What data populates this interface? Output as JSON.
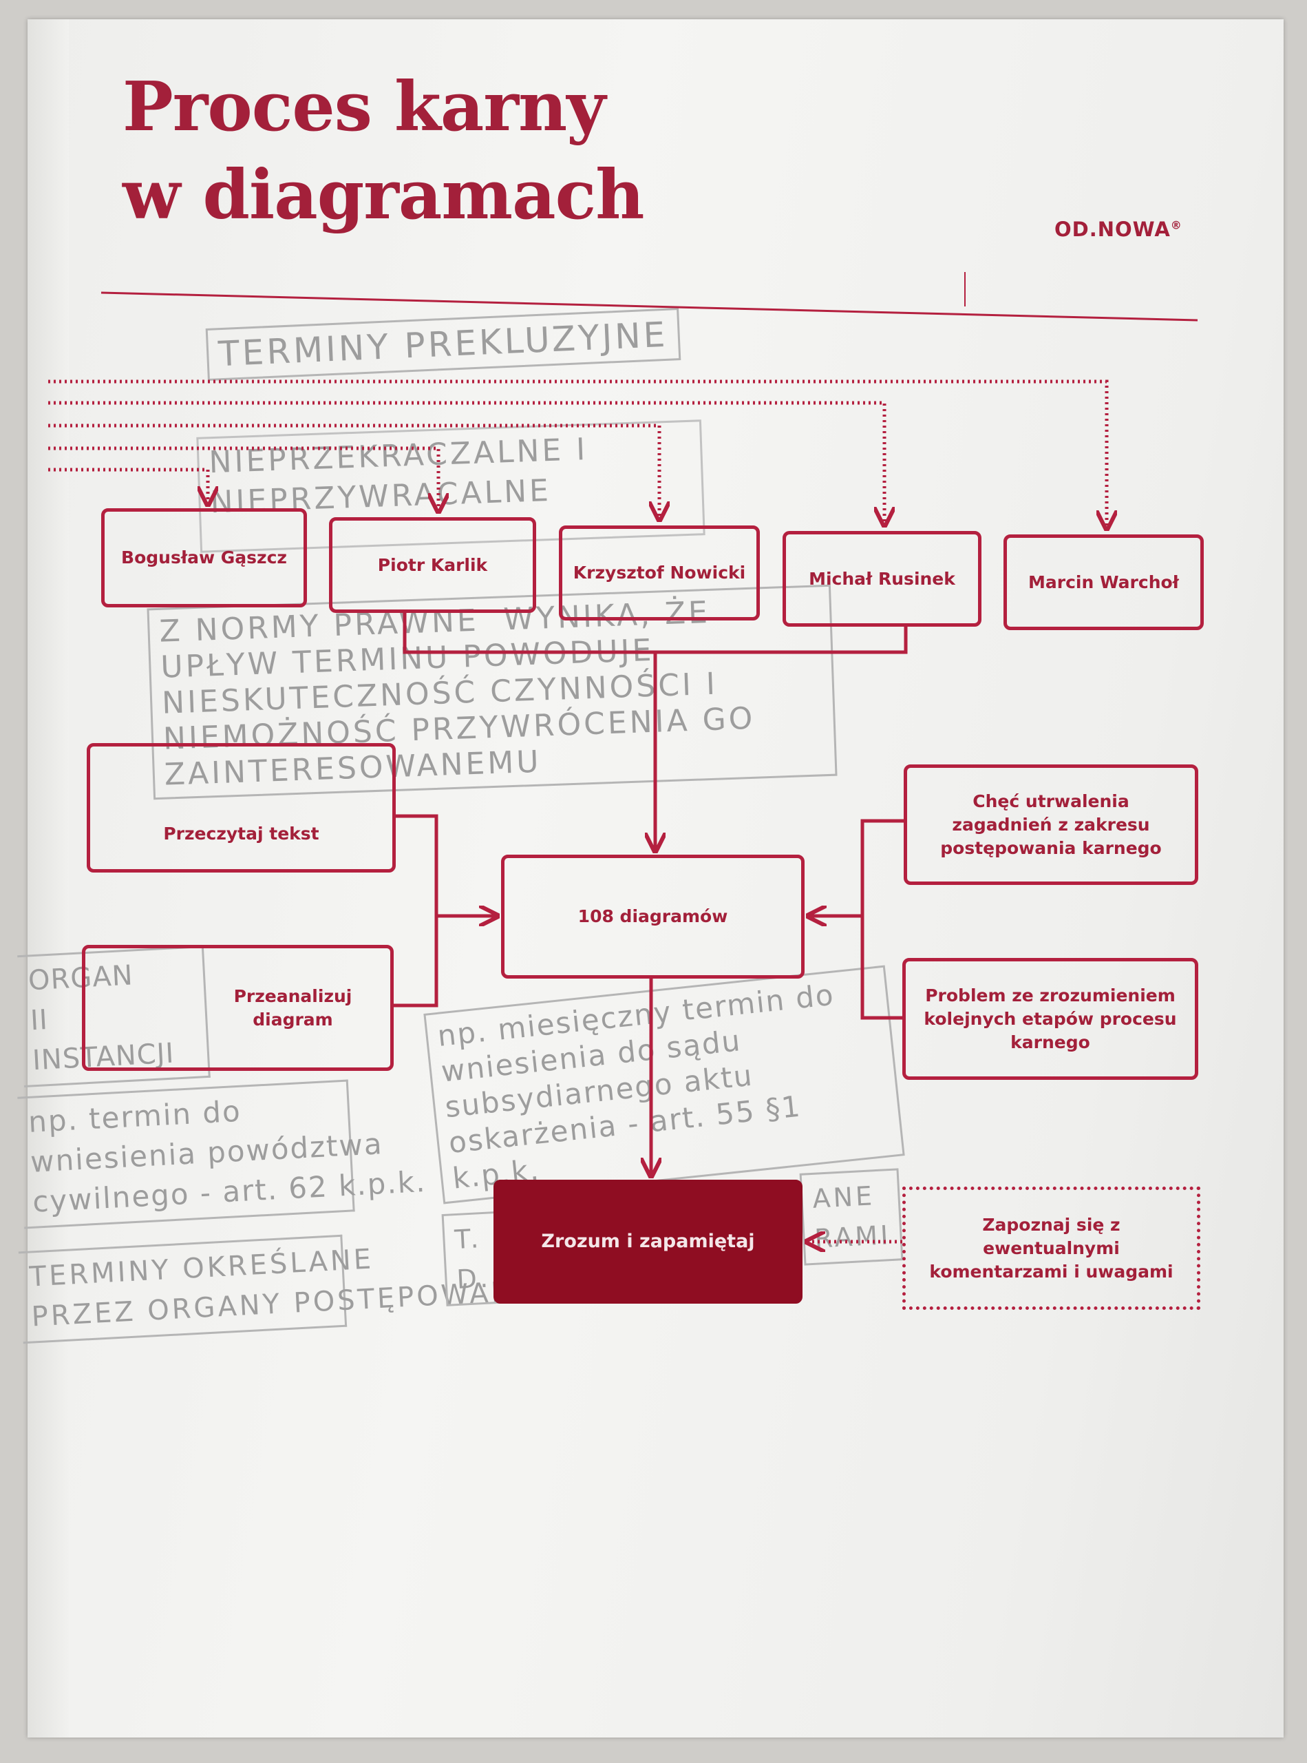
{
  "cover": {
    "title_line1": "Proces karny",
    "title_line2": "w diagramach",
    "publisher": "OD.NOWA",
    "registered": "®",
    "colors": {
      "accent": "#b4203f",
      "dark_box": "#8f0d22",
      "pencil": "#9d9d9d"
    }
  },
  "authors": [
    "Bogusław Gąszcz",
    "Piotr Karlik",
    "Krzysztof Nowicki",
    "Michał Rusinek",
    "Marcin Warchoł"
  ],
  "diagram": {
    "read": "Przeczytaj tekst",
    "analyze": "Przeanalizuj diagram",
    "center": "108 diagramów",
    "motive1": "Chęć utrwalenia zagadnień z zakresu postępowania karnego",
    "motive2": "Problem ze zrozumieniem kolejnych etapów procesu karnego",
    "result": "Zrozum i zapamiętaj",
    "comments": "Zapoznaj się z ewentualnymi komentarzami i uwagami"
  },
  "pencil_notes": {
    "n1": "TERMINY PREKLUZYJNE",
    "n2": "NIEPRZEKRACZALNE I\nNIEPRZYWRACALNE",
    "n3": "Z NORMY PRAWNE  WYNIKA, ŻE\nUPŁYW TERMINU POWODUJE\nNIESKUTECZNOŚĆ CZYNNOŚCI I\nNIEMOŻNOŚĆ PRZYWRÓCENIA GO\nZAINTERESOWANEMU",
    "n4": "ORGAN\nII\nINSTANCJI",
    "n5": "np. termin do\nwniesienia powództwa\ncywilnego - art. 62 k.p.k.",
    "n6": "np. miesięczny termin do\nwniesienia do sądu\nsubsydiarnego aktu\noskarżenia - art. 55 §1 k.p.k.",
    "n7": "TERMINY OKREŚLANE\nPRZEZ ORGANY POSTĘPOWANIA",
    "n8": "T.\nD.",
    "n9": "ANE\nRAMI"
  }
}
